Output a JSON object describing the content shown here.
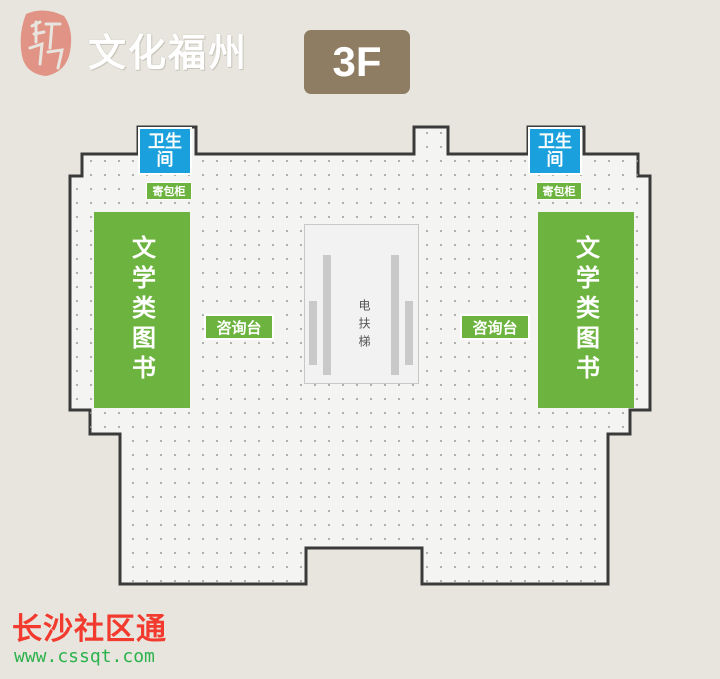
{
  "header": {
    "brand_title": "文化福州",
    "floor_label": "3F",
    "seal_text": "讲堂"
  },
  "floor_plan": {
    "restroom_left": "卫生间",
    "restroom_right": "卫生间",
    "locker_left": "寄包柜",
    "locker_right": "寄包柜",
    "books_left": "文学类图书",
    "books_right": "文学类图书",
    "info_desk_left": "咨询台",
    "info_desk_right": "咨询台",
    "escalator": "电扶梯"
  },
  "watermark": {
    "site_name": "长沙社区通",
    "url": "www.cssqt.com"
  },
  "colors": {
    "background": "#e7e5dd",
    "floor_fill": "#f4f5f2",
    "wall": "#3a3a3a",
    "badge": "#8e7d62",
    "green": "#6db33f",
    "blue": "#1aa1dd",
    "watermark_red": "#f23a2e",
    "watermark_green": "#2bb24c"
  }
}
